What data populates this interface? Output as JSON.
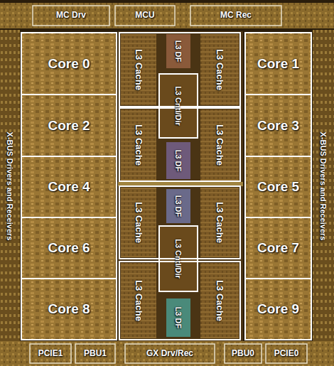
{
  "diagram": {
    "nodes": [
      {
        "text": [
          "MC Drv"
        ]
      },
      {
        "text": [
          "MCU"
        ]
      },
      {
        "text": [
          "MC Rec"
        ]
      },
      {
        "text": [
          "X-BUS Drivers and Receivers"
        ]
      },
      {
        "text": [
          "X-BUS Drivers and Receivers"
        ]
      },
      {
        "text": [
          "Core 0"
        ]
      },
      {
        "text": [
          "Core 1"
        ]
      },
      {
        "text": [
          "Core 2"
        ]
      },
      {
        "text": [
          "Core 3"
        ]
      },
      {
        "text": [
          "Core 4"
        ]
      },
      {
        "text": [
          "Core 5"
        ]
      },
      {
        "text": [
          "Core 6"
        ]
      },
      {
        "text": [
          "Core 7"
        ]
      },
      {
        "text": [
          "Core 8"
        ]
      },
      {
        "text": [
          "Core 9"
        ]
      },
      {
        "text": [
          "L3 Cache"
        ]
      },
      {
        "text": [
          "L3 DF"
        ]
      },
      {
        "text": [
          "L3 Cache"
        ]
      },
      {
        "text": [
          "L3 Cntl/Dir"
        ]
      },
      {
        "text": [
          "L3 Cache"
        ]
      },
      {
        "text": [
          "L3 DF"
        ]
      },
      {
        "text": [
          "L3 Cache"
        ]
      },
      {
        "text": [
          "L3 Cache"
        ]
      },
      {
        "text": [
          "L3 DF"
        ]
      },
      {
        "text": [
          "L3 Cache"
        ]
      },
      {
        "text": [
          "L3 Cntl/Dir"
        ]
      },
      {
        "text": [
          "L3 Cache"
        ]
      },
      {
        "text": [
          "L3 DF"
        ]
      },
      {
        "text": [
          "L3 Cache"
        ]
      },
      {
        "text": [
          "PCIE1"
        ]
      },
      {
        "text": [
          "PBU1"
        ]
      },
      {
        "text": [
          "GX Drv/Rec"
        ]
      },
      {
        "text": [
          "PBU0"
        ]
      },
      {
        "text": [
          "PCIE0"
        ]
      }
    ]
  }
}
